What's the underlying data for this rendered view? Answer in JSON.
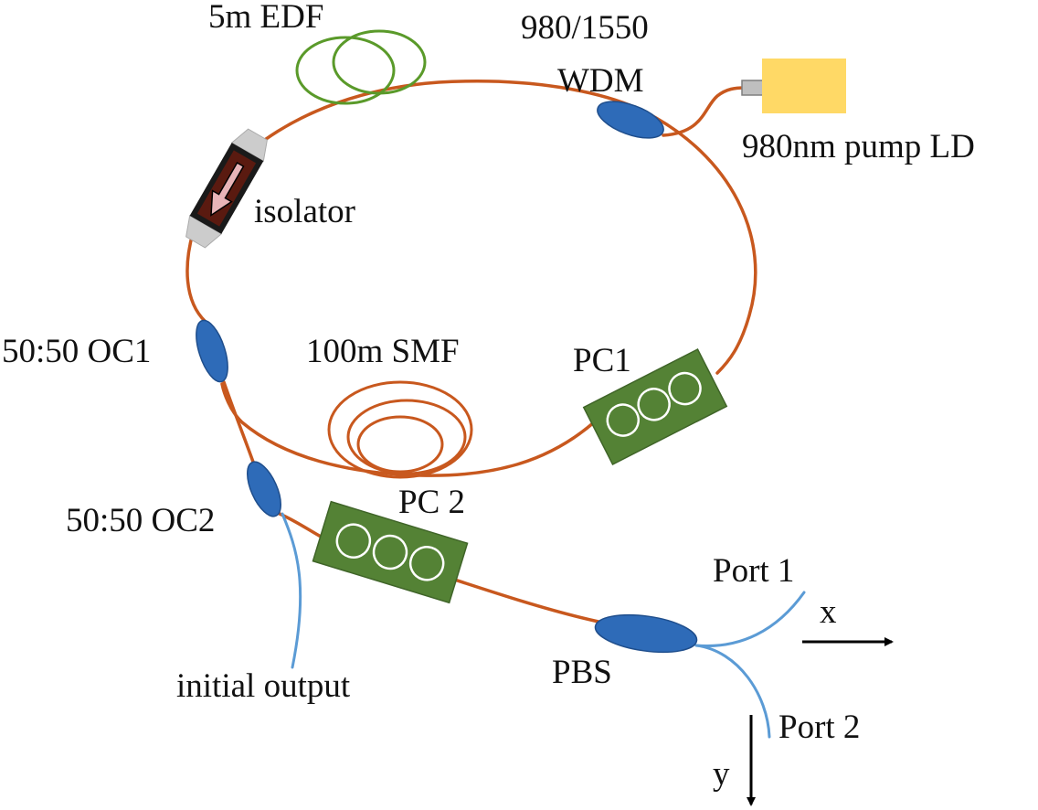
{
  "labels": {
    "edf": "5m EDF",
    "wdm_line1": "980/1550",
    "wdm_line2": "WDM",
    "pump": "980nm pump LD",
    "isolator": "isolator",
    "oc1": "50:50 OC1",
    "smf": "100m SMF",
    "pc1": "PC1",
    "oc2": "50:50 OC2",
    "pc2": "PC 2",
    "initial_output": "initial output",
    "pbs": "PBS",
    "port1": "Port 1",
    "port2": "Port 2",
    "x_axis": "x",
    "y_axis": "y"
  },
  "colors": {
    "fiber": "#c8581e",
    "output_fiber": "#5b9bd5",
    "coupler": "#2e6bb8",
    "polarization_controller": "#548235",
    "edf_coil": "#5a9a2a",
    "pump_laser": "#ffd966",
    "isolator_body": "#1a1a1a"
  }
}
